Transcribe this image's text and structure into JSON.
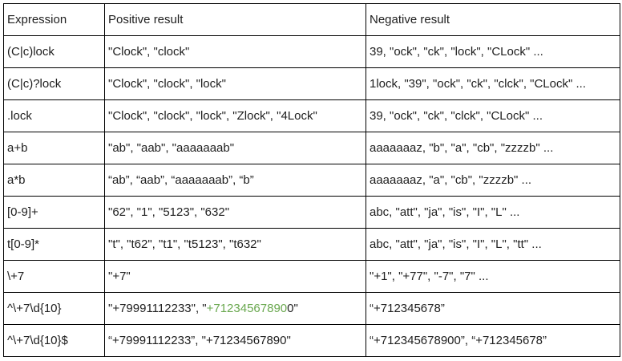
{
  "table": {
    "headers": [
      "Expression",
      "Positive result",
      "Negative result"
    ],
    "rows": [
      {
        "expression": "(C|c)lock",
        "positive": "\"Clock\", \"clock\"",
        "negative": "39, \"ock\", \"ck\", \"lock\", \"CLock\" ..."
      },
      {
        "expression": "(C|c)?lock",
        "positive": "\"Clock\", \"clock\", \"lock\"",
        "negative": "1lock, \"39\", \"ock\", \"ck\", \"clck\", \"CLock\" ..."
      },
      {
        "expression": ".lock",
        "positive": "\"Clock\", \"clock\", \"lock\", \"Zlock\", \"4Lock\"",
        "negative": "39, \"ock\", \"ck\", \"clck\", \"CLock\" ..."
      },
      {
        "expression": "a+b",
        "positive": "\"ab\", \"aab\", \"aaaaaaab\"",
        "negative": "aaaaaaaz, \"b\", \"a\", \"cb\", \"zzzzb\" ..."
      },
      {
        "expression": "a*b",
        "positive": "“ab”, “aab”, “aaaaaaab”, “b”",
        "negative": "aaaaaaaz, \"a\", \"cb\", \"zzzzb\" ..."
      },
      {
        "expression": "[0-9]+",
        "positive": "\"62\", \"1\", \"5123\", \"632\"",
        "negative": "abc, \"att\", \"ja\", \"is\", \"I\", \"L\" ..."
      },
      {
        "expression": "t[0-9]*",
        "positive": "\"t\", \"t62\", \"t1\", \"t5123\", \"t632\"",
        "negative": "abc, \"att\", \"ja\", \"is\", \"I\", \"L\", \"tt\" ..."
      },
      {
        "expression": "\\+7",
        "positive": "\"+7\"",
        "negative": "\"+1\", \"+77\", \"-7\", \"7\" ..."
      },
      {
        "expression": "^\\+7\\d{10}",
        "positive_parts": {
          "before": "\"+79991112233\", \"",
          "highlight": "+71234567890",
          "after": "0\""
        },
        "negative": "“+712345678”"
      },
      {
        "expression": "^\\+7\\d{10}$",
        "positive": "“+79991112233”, \"+71234567890\"",
        "negative": "“+712345678900”, “+712345678”"
      }
    ]
  },
  "colors": {
    "highlight": "#6aa84f",
    "border": "#000000"
  }
}
